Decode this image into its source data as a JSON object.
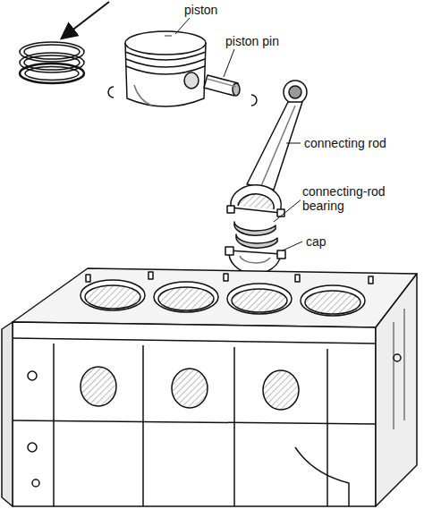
{
  "diagram": {
    "labels": [
      "piston",
      "piston pin",
      "connecting rod",
      "connecting-rod bearing",
      "cap"
    ]
  }
}
